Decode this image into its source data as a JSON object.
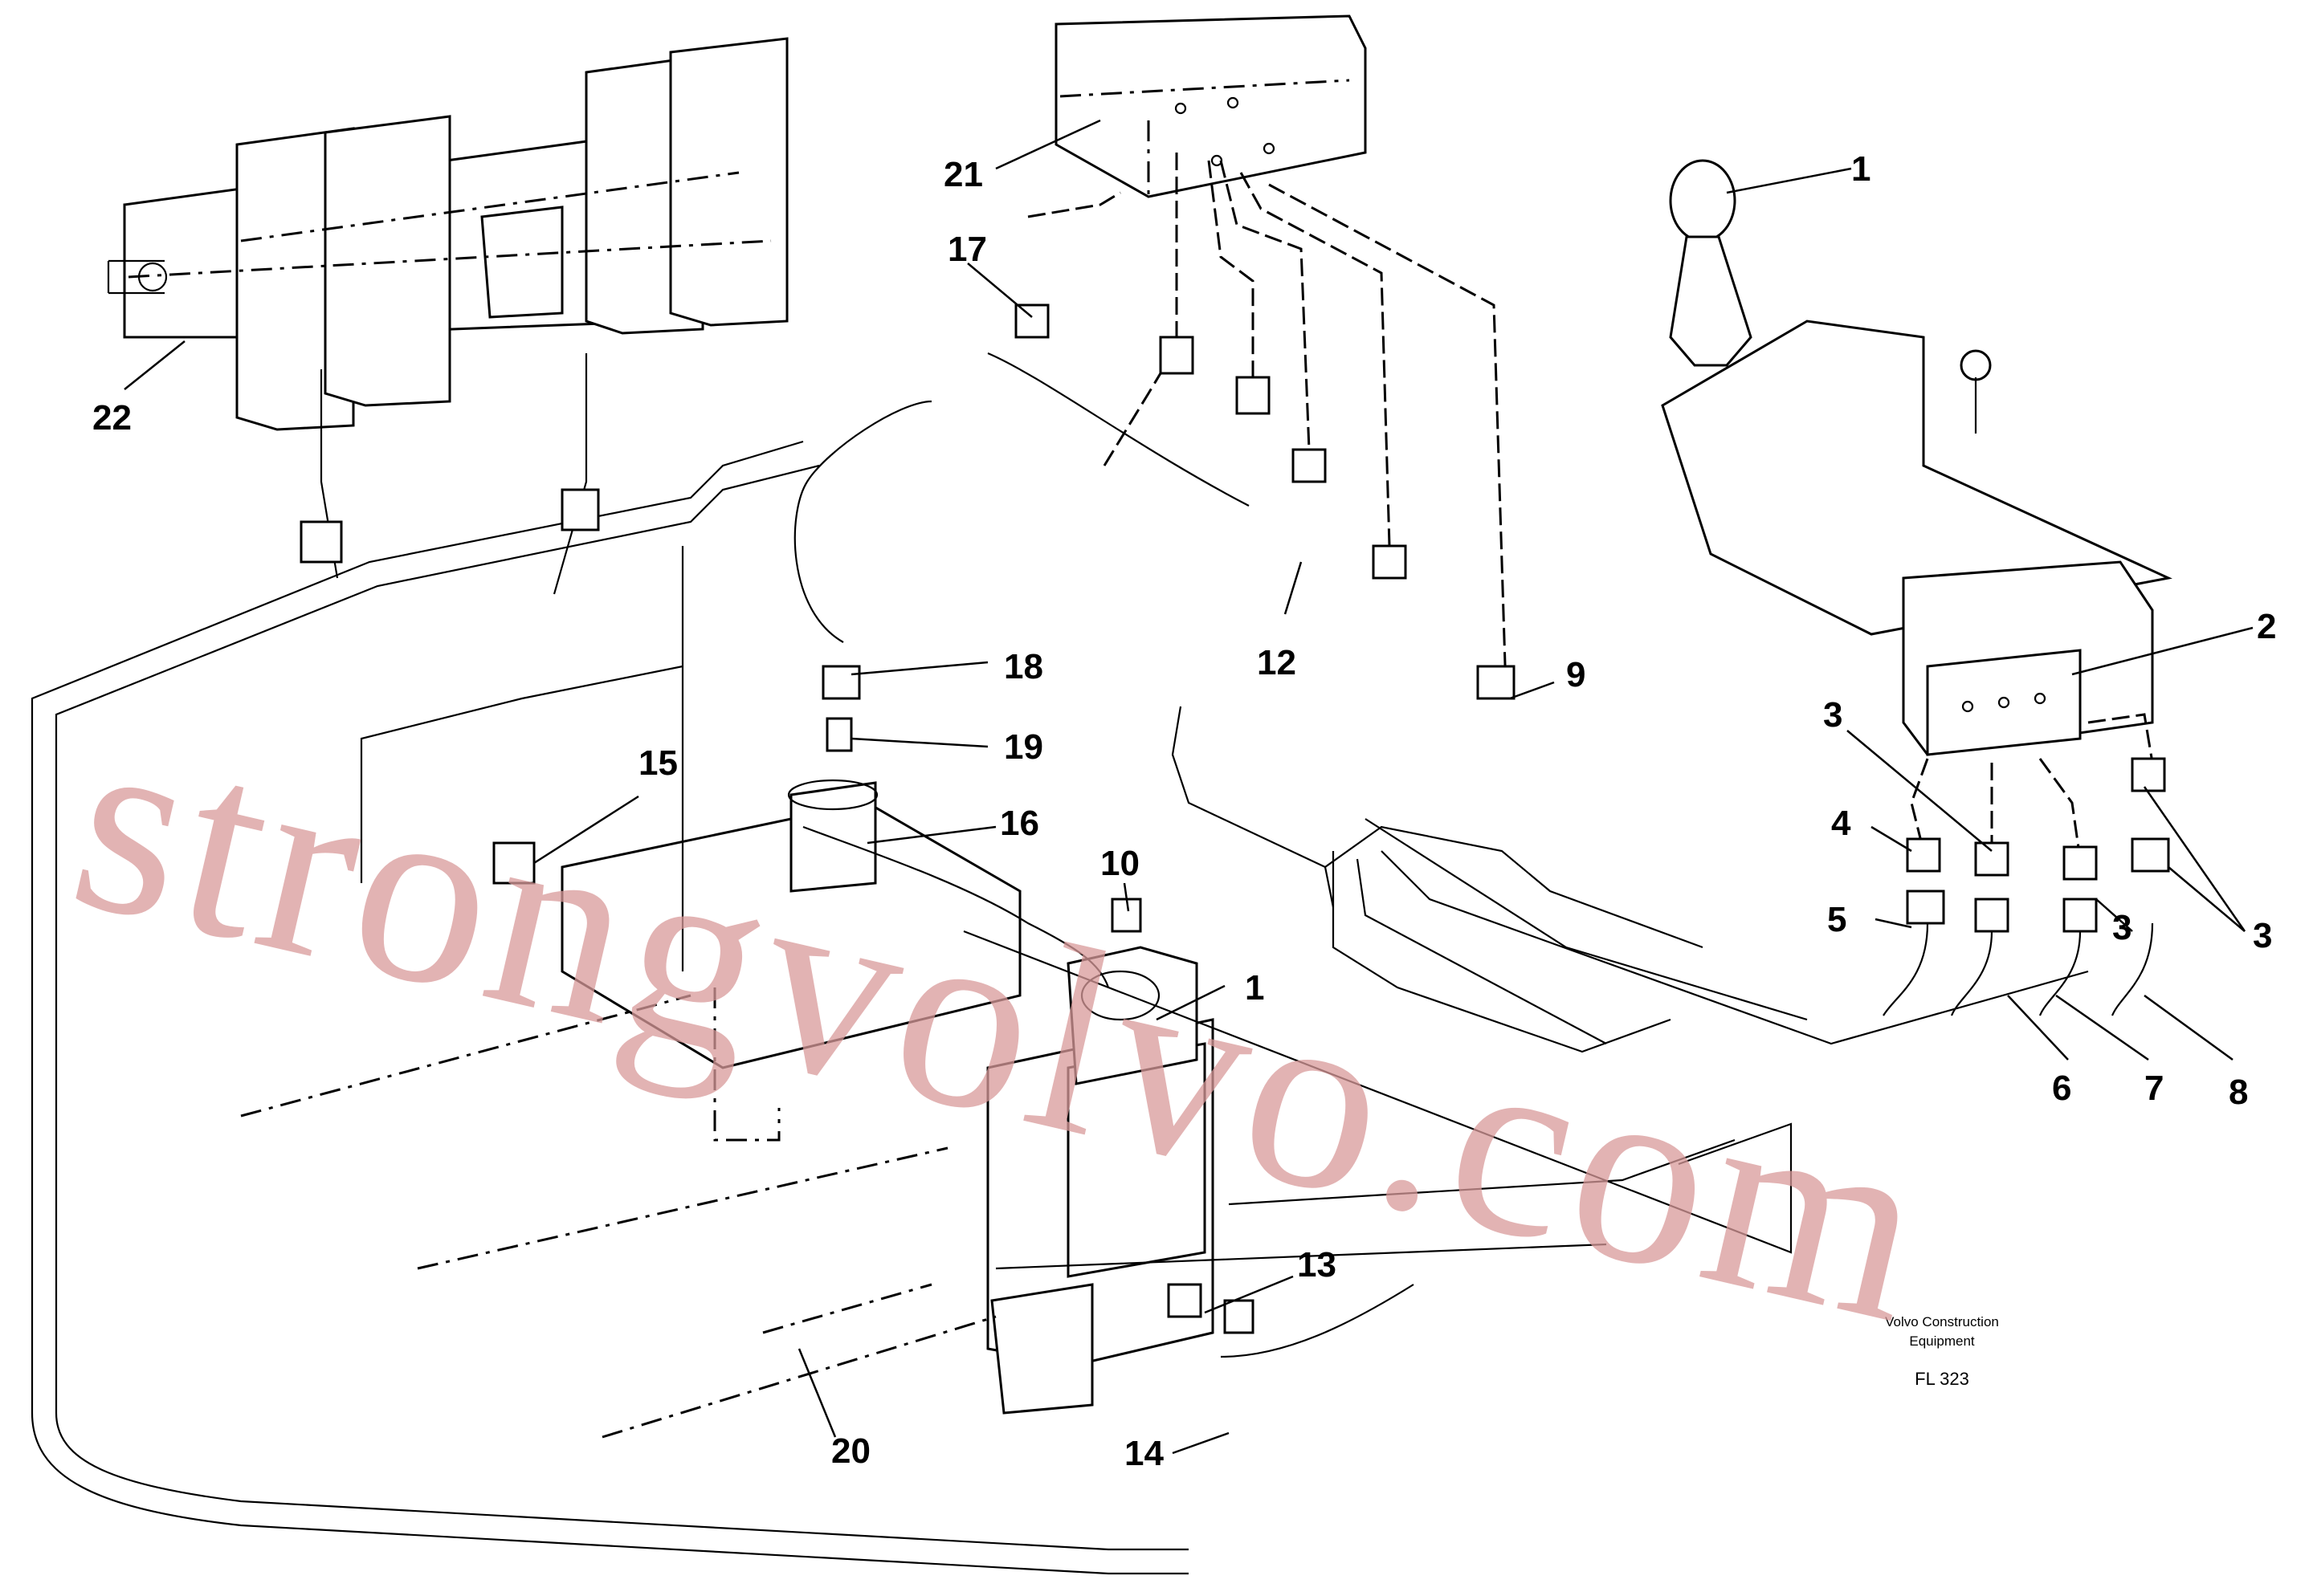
{
  "diagram": {
    "callouts": [
      "1",
      "1",
      "2",
      "3",
      "3",
      "3",
      "4",
      "5",
      "6",
      "7",
      "8",
      "9",
      "10",
      "12",
      "13",
      "14",
      "15",
      "16",
      "17",
      "18",
      "19",
      "20",
      "21",
      "22"
    ],
    "watermark": "strongvolvo.com",
    "credit_line_1": "Volvo Construction",
    "credit_line_2": "Equipment",
    "figure_code": "FL 323"
  }
}
